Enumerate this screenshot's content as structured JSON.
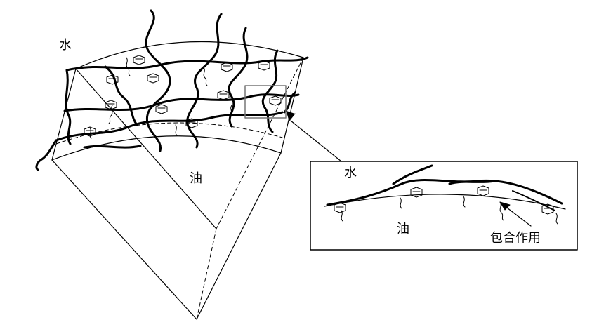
{
  "labels": {
    "water_main": "水",
    "oil_main": "油",
    "water_inset": "水",
    "oil_inset": "油",
    "inclusion": "包合作用"
  },
  "colors": {
    "line": "#000000",
    "box": "#777777",
    "background": "#ffffff"
  }
}
